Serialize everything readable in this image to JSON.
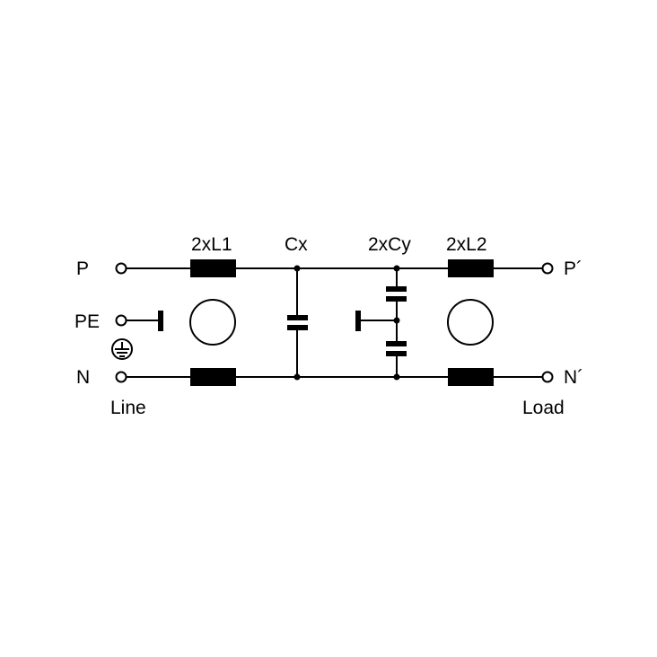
{
  "labels": {
    "p_in": "P",
    "pe_in": "PE",
    "n_in": "N",
    "p_out": "P´",
    "n_out": "N´",
    "line": "Line",
    "load": "Load",
    "l1": "2xL1",
    "cx": "Cx",
    "cy": "2xCy",
    "l2": "2xL2"
  },
  "colors": {
    "ink": "#000000",
    "background": "#ffffff"
  },
  "icons": {
    "ground": "protective-earth-symbol"
  }
}
